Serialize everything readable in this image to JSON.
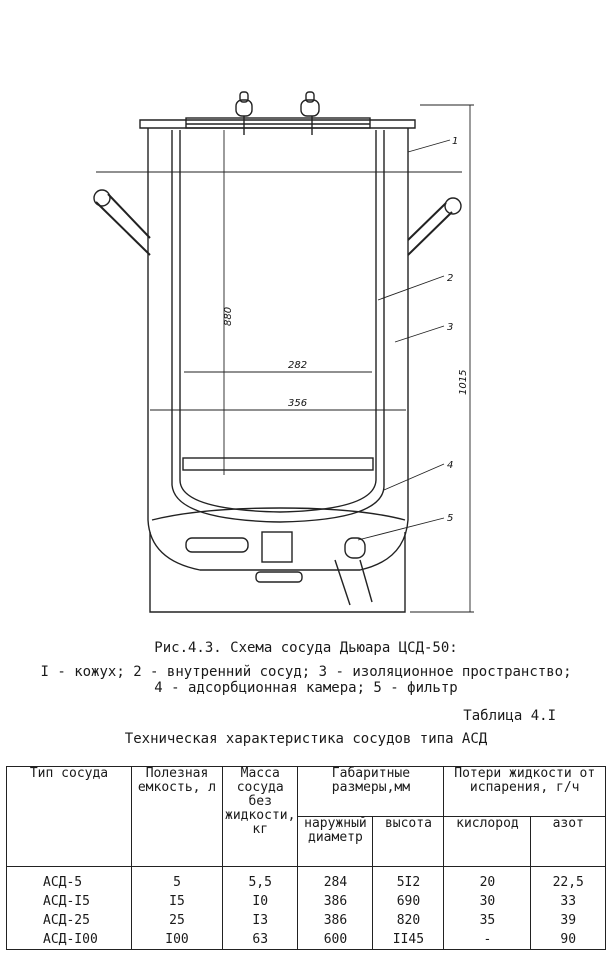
{
  "figure": {
    "dim_880": "880",
    "dim_282": "282",
    "dim_356": "356",
    "dim_1015": "1015",
    "callout_1": "1",
    "callout_2": "2",
    "callout_3": "3",
    "callout_4": "4",
    "callout_5": "5"
  },
  "caption": {
    "title": "Рис.4.3. Схема сосуда Дьюара ЦСД-50:",
    "legend_line1": "I - кожух; 2 - внутренний сосуд; 3 - изоляционное пространство;",
    "legend_line2": "4 - адсорбционная камера; 5 - фильтр"
  },
  "table": {
    "number": "Таблица 4.I",
    "title": "Техническая характеристика сосудов типа АСД",
    "headers": {
      "type": "Тип сосуда",
      "capacity": "Полезная емкость, л",
      "mass": "Масса сосуда без жидкости, кг",
      "dimensions": "Габаритные размеры,мм",
      "outer_diameter": "наружный диаметр",
      "height": "высота",
      "losses": "Потери жидкости от испарения, г/ч",
      "oxygen": "кислород",
      "nitrogen": "азот"
    },
    "rows": [
      {
        "type": "АСД-5",
        "capacity": "5",
        "mass": "5,5",
        "diameter": "284",
        "height": "5I2",
        "oxygen": "20",
        "nitrogen": "22,5"
      },
      {
        "type": "АСД-I5",
        "capacity": "I5",
        "mass": "I0",
        "diameter": "386",
        "height": "690",
        "oxygen": "30",
        "nitrogen": "33"
      },
      {
        "type": "АСД-25",
        "capacity": "25",
        "mass": "I3",
        "diameter": "386",
        "height": "820",
        "oxygen": "35",
        "nitrogen": "39"
      },
      {
        "type": "АСД-I00",
        "capacity": "I00",
        "mass": "63",
        "diameter": "600",
        "height": "II45",
        "oxygen": "-",
        "nitrogen": "90"
      }
    ]
  }
}
